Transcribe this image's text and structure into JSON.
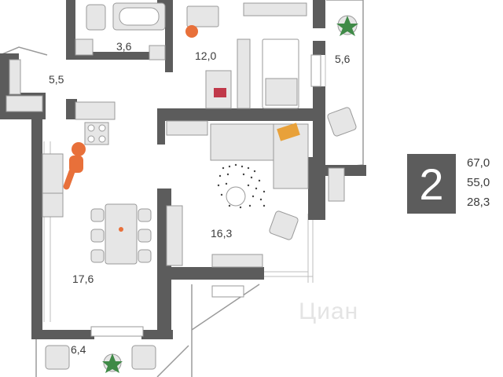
{
  "plan": {
    "rooms": [
      {
        "id": "bathroom",
        "area": "3,6"
      },
      {
        "id": "bedroom",
        "area": "12,0"
      },
      {
        "id": "balcony-right",
        "area": "5,6"
      },
      {
        "id": "hallway",
        "area": "5,5"
      },
      {
        "id": "living-room",
        "area": "16,3"
      },
      {
        "id": "kitchen",
        "area": "17,6"
      },
      {
        "id": "balcony-bottom",
        "area": "6,4"
      }
    ],
    "wall_color": "#5c5c5c",
    "accent_color": "#e8703a",
    "furniture_color": "#e6e6e6"
  },
  "summary": {
    "rooms_count": "2",
    "total_area": "67,0",
    "living_area": "55,0",
    "kitchen_area": "28,3"
  },
  "watermark": "Циан"
}
